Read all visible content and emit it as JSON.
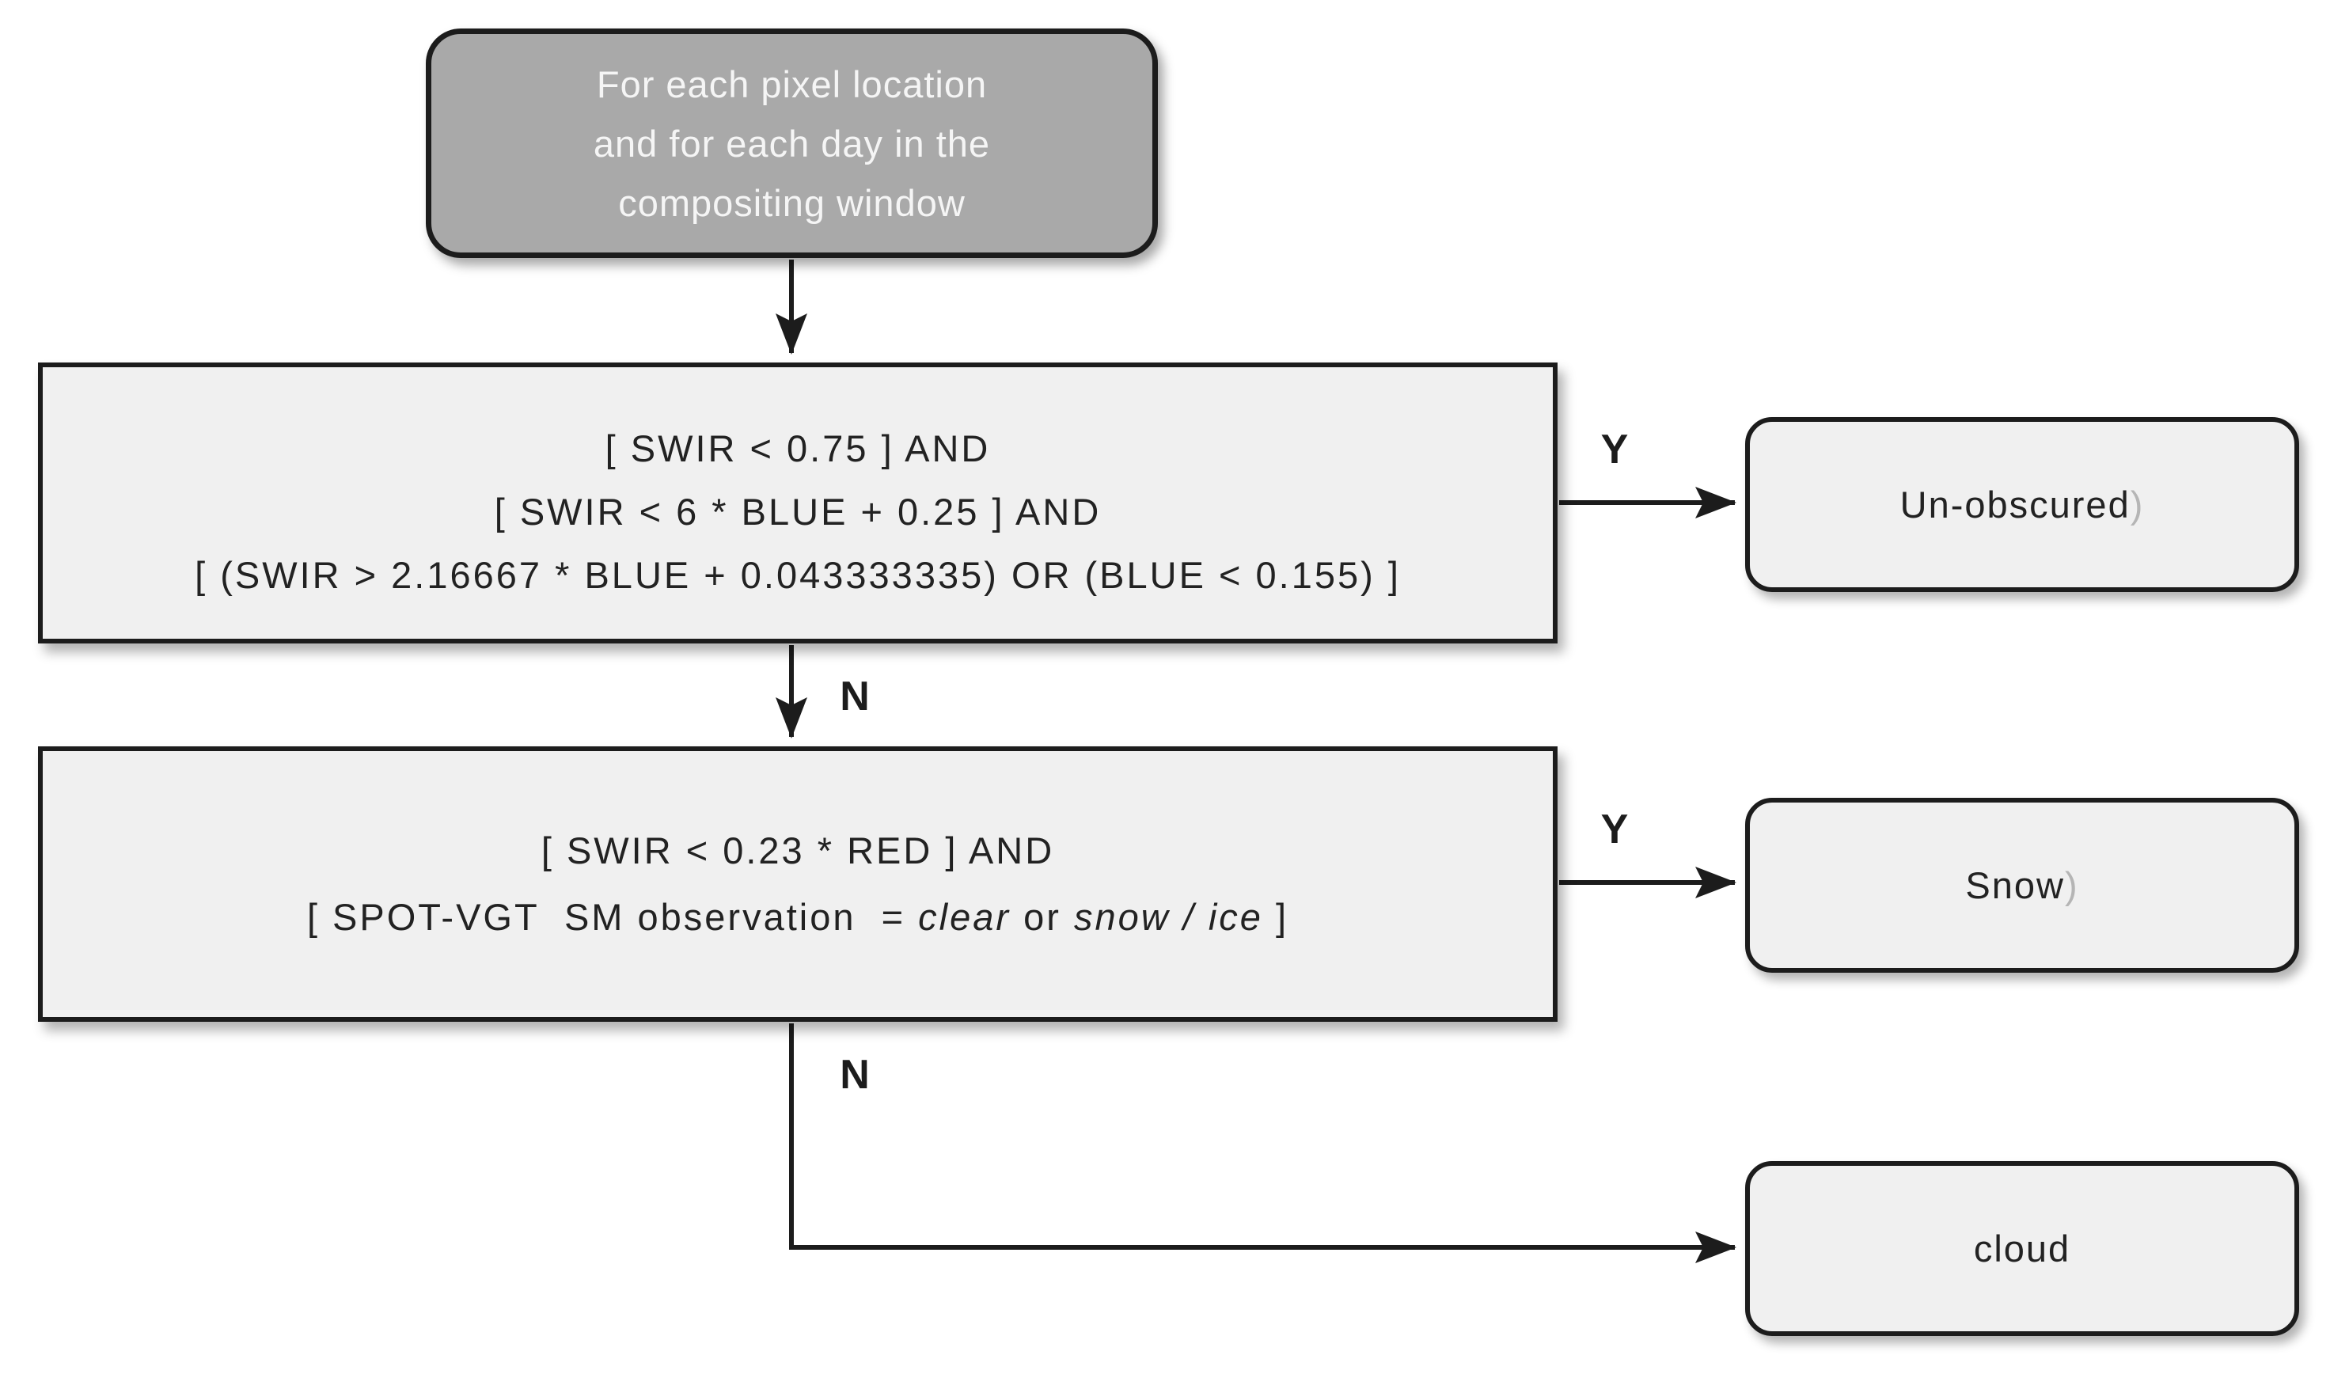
{
  "diagram": {
    "title_hint": "Pixel classification flowchart (SPOT-VGT snow/cloud screening)",
    "colors": {
      "background": "#ffffff",
      "line": "#1c1c1c",
      "start_fill": "#a9a9a9",
      "start_text": "#f5f5f5",
      "box_fill": "#f0f0f0",
      "text": "#222222",
      "muted_paren": "#b5b5b5"
    },
    "start": {
      "lines": [
        "For each pixel location",
        "and for each day in the",
        "compositing window"
      ]
    },
    "decision1": {
      "lines": [
        "[ SWIR < 0.75 ] AND",
        "[ SWIR < 6 * BLUE + 0.25 ] AND",
        "[ (SWIR > 2.16667 * BLUE + 0.043333335) OR (BLUE < 0.155) ]"
      ]
    },
    "decision2": {
      "line1": "[ SWIR < 0.23 * RED ] AND",
      "line2_parts": [
        {
          "t": "[ SPOT-VGT  SM observation  = "
        },
        {
          "t": "clear",
          "i": true
        },
        {
          "t": " or "
        },
        {
          "t": "snow / ice",
          "i": true
        },
        {
          "t": " ]"
        }
      ]
    },
    "labels": {
      "yes": "Y",
      "no": "N"
    },
    "outputs": {
      "unobscured_parts": [
        {
          "t": "Un-obscured"
        },
        {
          "t": ")",
          "m": true
        }
      ],
      "snow_parts": [
        {
          "t": "Snow"
        },
        {
          "t": ")",
          "m": true
        }
      ],
      "cloud": "cloud"
    }
  }
}
